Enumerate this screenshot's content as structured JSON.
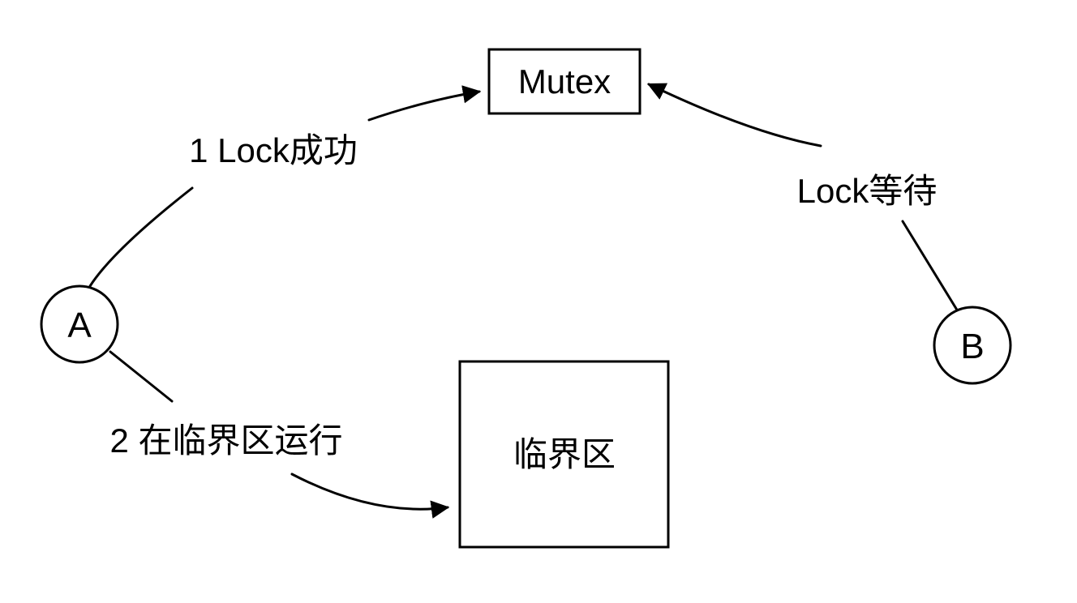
{
  "diagram": {
    "type": "mutex-lock-flow",
    "nodes": {
      "mutex": {
        "label": "Mutex"
      },
      "critical_section": {
        "label": "临界区"
      },
      "thread_a": {
        "label": "A"
      },
      "thread_b": {
        "label": "B"
      }
    },
    "edges": {
      "lock_success": {
        "label": "1 Lock成功",
        "from": "thread_a",
        "to": "mutex"
      },
      "lock_wait": {
        "label": "Lock等待",
        "from": "thread_b",
        "to": "mutex"
      },
      "run_in_critical": {
        "label": "2 在临界区运行",
        "from": "thread_a",
        "to": "critical_section"
      }
    },
    "colors": {
      "stroke": "#000000",
      "mutex_border": "#8C8C8C",
      "node_fill": "#FFFFFF",
      "background": "#FFFFFF"
    }
  }
}
